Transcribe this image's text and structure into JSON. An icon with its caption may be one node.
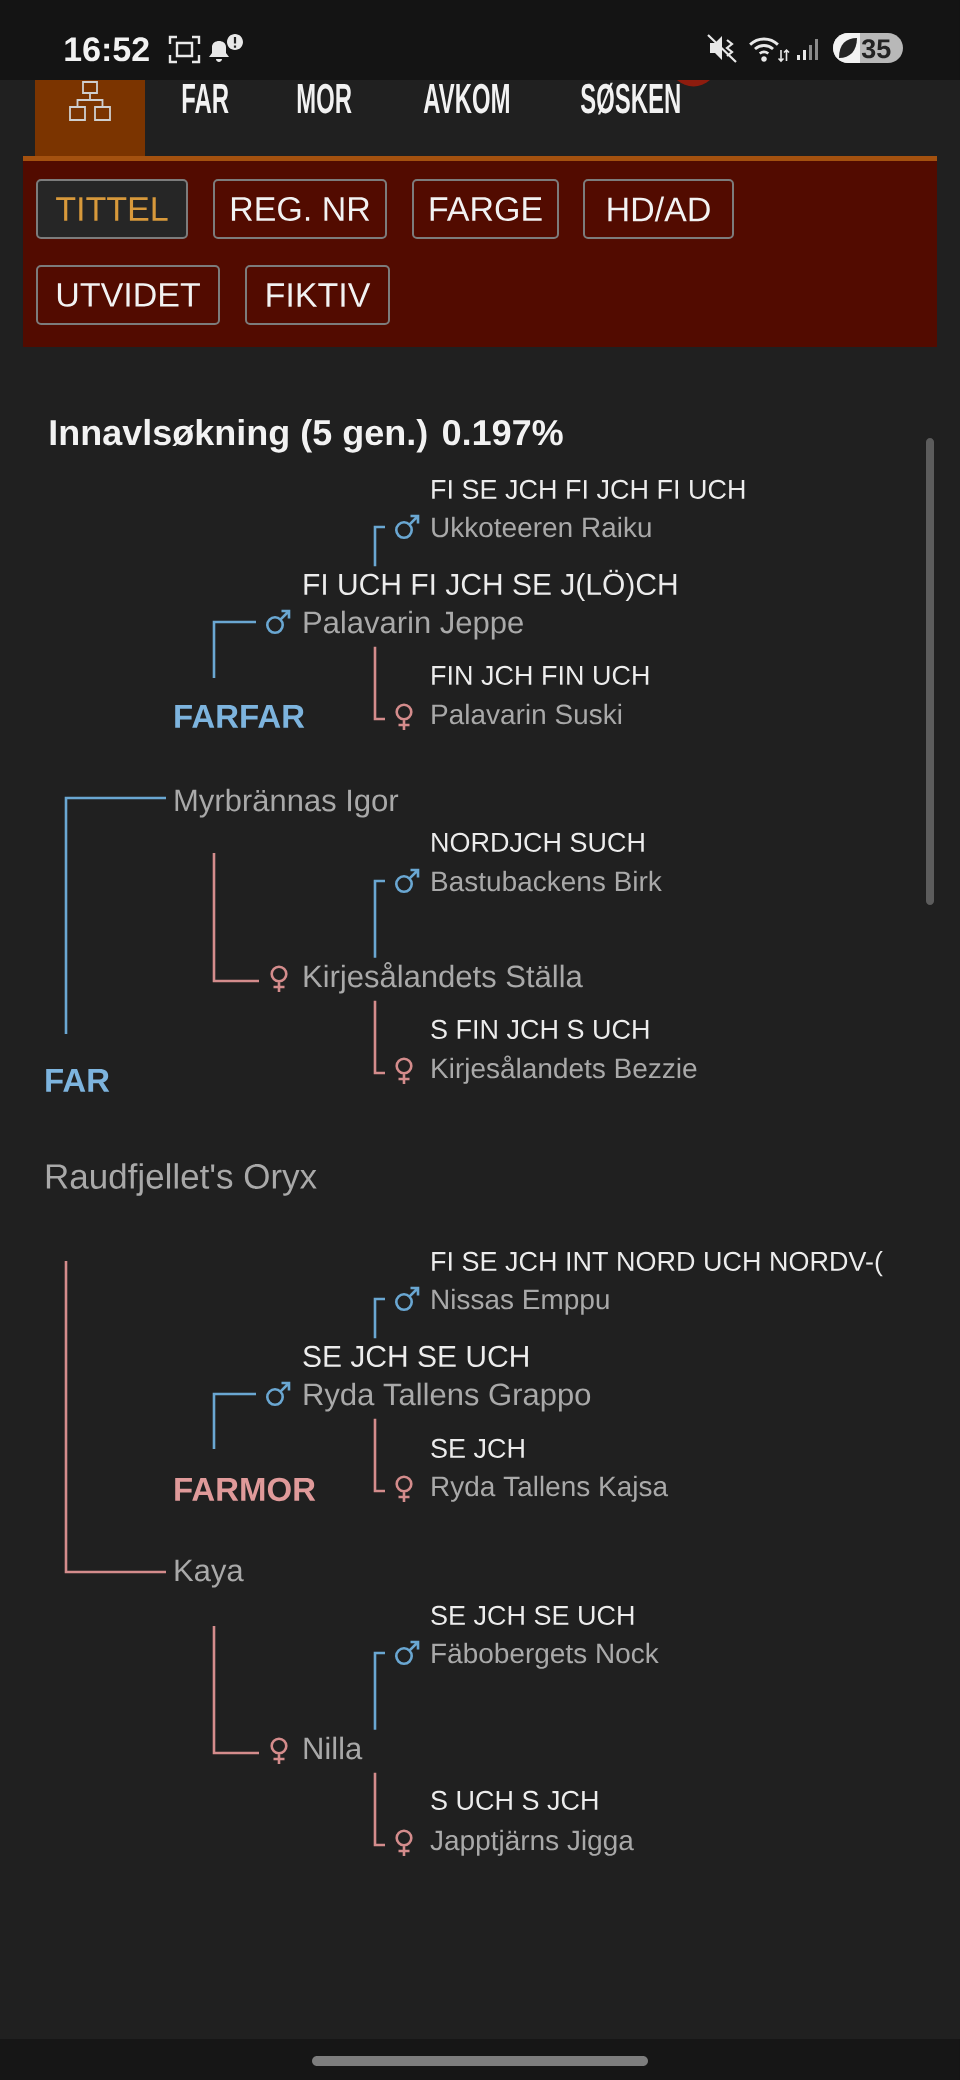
{
  "diagram": {
    "title": "Innavlsøkning (5 gen.) 0.197%",
    "nodes": [
      {
        "text": [],
        "shape": "box"
      },
      {
        "text": [
          "TITTEL"
        ],
        "in": 0
      },
      {
        "text": [
          "REG. NR"
        ],
        "in": 0
      },
      {
        "text": [
          "FARGE"
        ],
        "in": 0
      },
      {
        "text": [
          "HD/AD"
        ],
        "in": 0
      },
      {
        "text": [
          "UTVIDET"
        ],
        "in": 0
      },
      {
        "text": [
          "FIKTIV"
        ],
        "in": 0
      },
      {
        "text": [
          "FI SE JCH FI JCH FI UCH",
          "Ukkoteeren Raiku"
        ]
      },
      {
        "text": [
          "FI UCH FI JCH SE J(LÖ)CH",
          "Palavarin Jeppe"
        ]
      },
      {
        "text": [
          "FIN JCH FIN UCH",
          "Palavarin Suski"
        ]
      },
      {
        "text": [
          "FARFAR",
          "Myrbrännas Igor"
        ]
      },
      {
        "text": [
          "NORDJCH SUCH",
          "Bastubackens Birk"
        ]
      },
      {
        "text": [
          "Kirjesålandets Ställa"
        ]
      },
      {
        "text": [
          "S FIN JCH S UCH",
          "Kirjesålandets Bezzie"
        ]
      },
      {
        "text": [
          "FAR",
          "Raudfjellet's Oryx"
        ]
      },
      {
        "text": [
          "FI SE JCH INT NORD UCH NORDV-(",
          "Nissas Emppu"
        ]
      },
      {
        "text": [
          "SE JCH SE UCH",
          "Ryda Tallens Grappo"
        ]
      },
      {
        "text": [
          "SE JCH",
          "Ryda Tallens Kajsa"
        ]
      },
      {
        "text": [
          "FARMOR",
          "Kaya"
        ]
      },
      {
        "text": [
          "SE JCH SE UCH",
          "Fäbobergets Nock"
        ]
      },
      {
        "text": [
          "Nilla"
        ]
      },
      {
        "text": [
          "S UCH S JCH",
          "Japptjärns Jigga"
        ]
      }
    ],
    "edges": [
      {
        "from": 14,
        "to": 10,
        "arrow": "none",
        "color": "#6aa7d2"
      },
      {
        "from": 10,
        "to": 8,
        "arrow": "none",
        "color": "#6aa7d2"
      },
      {
        "from": 8,
        "to": 7,
        "arrow": "none",
        "color": "#6aa7d2"
      },
      {
        "from": 8,
        "to": 9,
        "arrow": "none",
        "color": "#d48c8c"
      },
      {
        "from": 10,
        "to": 12,
        "arrow": "none",
        "color": "#d48c8c"
      },
      {
        "from": 12,
        "to": 11,
        "arrow": "none",
        "color": "#6aa7d2"
      },
      {
        "from": 12,
        "to": 13,
        "arrow": "none",
        "color": "#d48c8c"
      },
      {
        "from": 14,
        "to": 18,
        "arrow": "none",
        "color": "#d48c8c"
      },
      {
        "from": 18,
        "to": 16,
        "arrow": "none",
        "color": "#6aa7d2"
      },
      {
        "from": 16,
        "to": 15,
        "arrow": "none",
        "color": "#6aa7d2"
      },
      {
        "from": 16,
        "to": 17,
        "arrow": "none",
        "color": "#d48c8c"
      },
      {
        "from": 18,
        "to": 20,
        "arrow": "none",
        "color": "#d48c8c"
      },
      {
        "from": 20,
        "to": 19,
        "arrow": "none",
        "color": "#6aa7d2"
      },
      {
        "from": 20,
        "to": 21,
        "arrow": "none",
        "color": "#d48c8c"
      }
    ],
    "labels": [
      "16:52",
      "35",
      "FAR",
      "MOR",
      "AVKOM",
      "SØSKEN"
    ]
  }
}
